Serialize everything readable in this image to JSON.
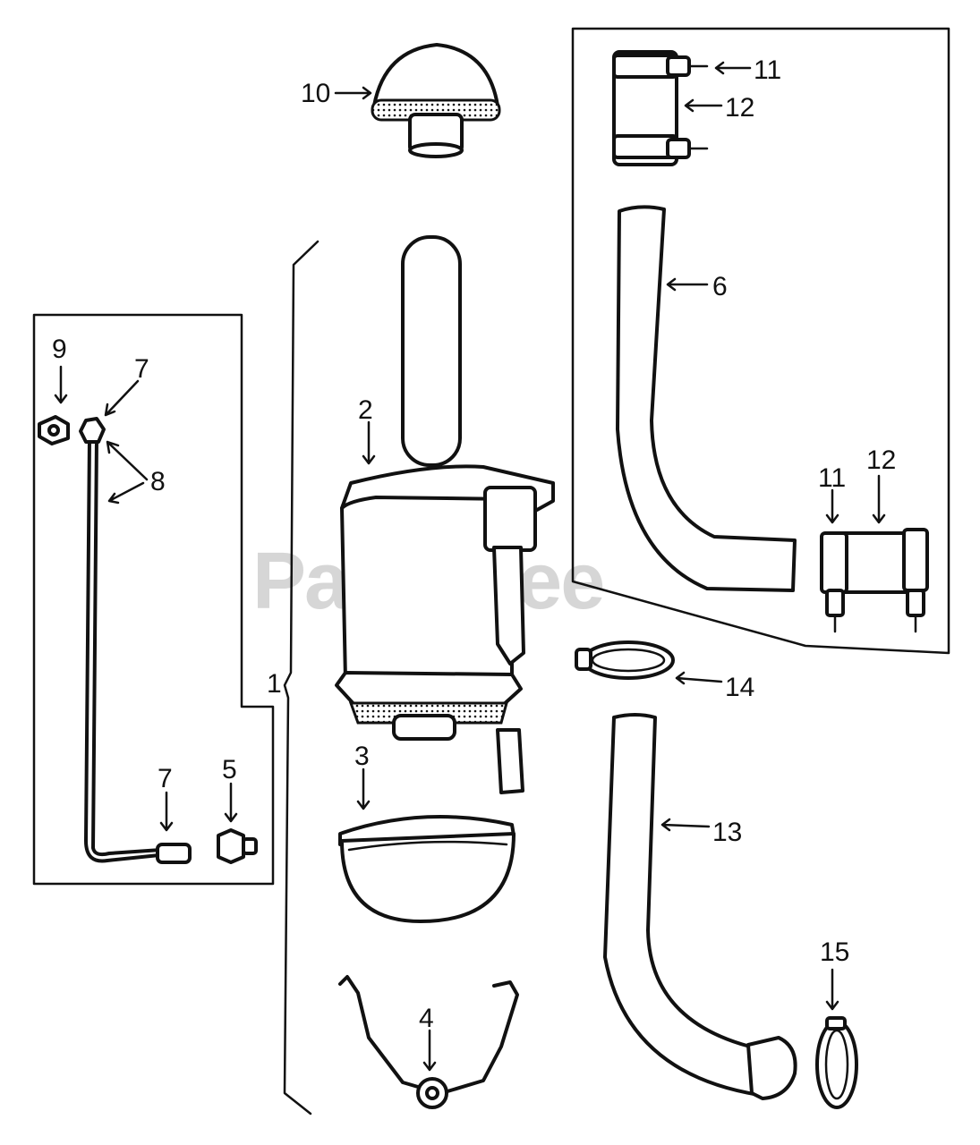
{
  "watermark": {
    "text": "PartsTree",
    "trademark": "™"
  },
  "callouts": {
    "c1": "1",
    "c2": "2",
    "c3": "3",
    "c4": "4",
    "c5": "5",
    "c6": "6",
    "c7a": "7",
    "c7b": "7",
    "c8": "8",
    "c9": "9",
    "c10": "10",
    "c11a": "11",
    "c11b": "11",
    "c12a": "12",
    "c12b": "12",
    "c13": "13",
    "c14": "14",
    "c15": "15"
  }
}
